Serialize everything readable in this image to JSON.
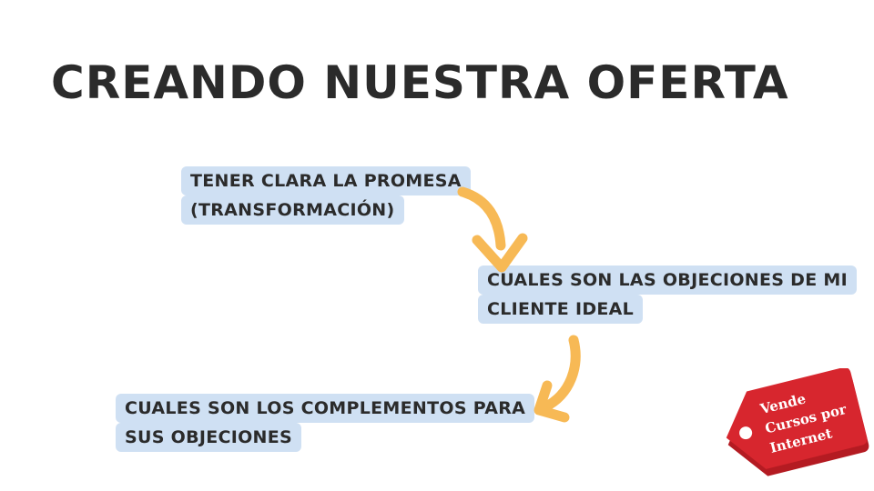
{
  "title": "CREANDO NUESTRA OFERTA",
  "steps": [
    {
      "lines": [
        "TENER CLARA LA PROMESA",
        "(TRANSFORMACIÓN)"
      ]
    },
    {
      "lines": [
        "CUALES SON LAS OBJECIONES DE MI",
        "CLIENTE IDEAL"
      ]
    },
    {
      "lines": [
        "CUALES SON LOS COMPLEMENTOS PARA",
        "SUS OBJECIONES"
      ]
    }
  ],
  "logo": {
    "text_lines": [
      "Vende",
      "Cursos por",
      "Internet"
    ]
  },
  "colors": {
    "text": "#2b2b2b",
    "box_fill": "#cfe0f3",
    "arrow": "#f7b955",
    "tag_red": "#d7262e"
  }
}
